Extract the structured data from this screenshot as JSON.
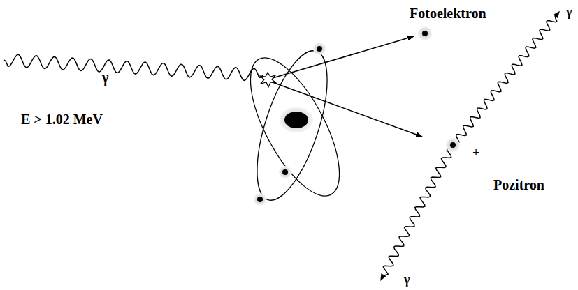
{
  "diagram": {
    "labels": [
      "Fotoelektron",
      "γ",
      "γ",
      "E > 1.02 MeV",
      "+",
      "Pozitron",
      "γ"
    ]
  }
}
